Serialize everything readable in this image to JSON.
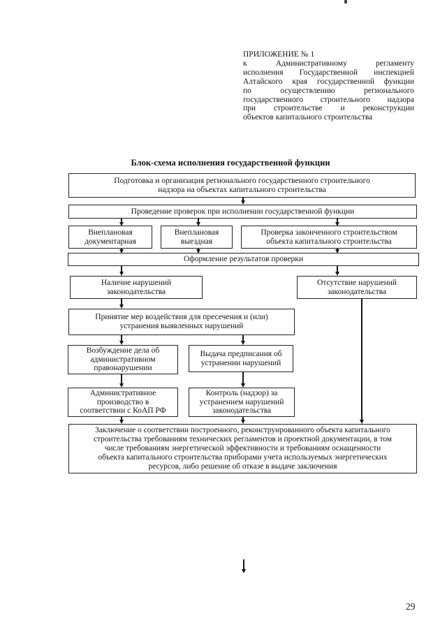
{
  "page": {
    "number": "29"
  },
  "colors": {
    "ink": "#161616",
    "paper": "#ffffff"
  },
  "header": {
    "lines": [
      "ПРИЛОЖЕНИЕ № 1",
      "к Административному регламенту",
      "исполнения Государственной инспекцией",
      "Алтайского края государственной функции",
      "по осуществлению регионального",
      "государственного строительного надзора",
      "при строительстве и реконструкции",
      "объектов капитального строительства"
    ]
  },
  "flowchart": {
    "title": "Блок-схема исполнения государственной функции",
    "nodes": {
      "prepare": [
        "Подготовка и организация регионального государственного строительного",
        "надзора на объектах капитального строительства"
      ],
      "conduct": [
        "Проведение проверок при исполнении государственной функции"
      ],
      "unscheduled_documentary": [
        "Внеплановая",
        "документарная"
      ],
      "unscheduled_field": [
        "Внеплановая",
        "выездная"
      ],
      "completed_construction_check": [
        "Проверка законченного строительством",
        "объекта капитального строительства"
      ],
      "results_registration": [
        "Оформление результатов проверки"
      ],
      "violations_present": [
        "Наличие нарушений",
        "законодательства"
      ],
      "violations_absent": [
        "Отсутствие нарушений",
        "законодательства"
      ],
      "enforcement_measures": [
        "Принятие мер воздействия для пресечения и (или)",
        "устранения выявленных нарушений"
      ],
      "case_initiation": [
        "Возбуждение дела об",
        "административном",
        "правонарушении"
      ],
      "order_issuance": [
        "Выдача предписания об",
        "устранении нарушений"
      ],
      "admin_proceedings": [
        "Административное",
        "производство в",
        "соответствии с КоАП РФ"
      ],
      "violation_control": [
        "Контроль (надзор) за",
        "устранением нарушений",
        "законодательства"
      ],
      "conclusion": [
        "Заключение о соответствии построенного, реконструированного объекта капитального",
        "строительства требованиям технических регламентов и проектной документации, в том",
        "числе требованиям энергетической эффективности и требованиям оснащенности",
        "объекта капитального строительства приборами учета используемых энергетических",
        "ресурсов, либо решение об отказе в выдаче заключения"
      ]
    }
  }
}
